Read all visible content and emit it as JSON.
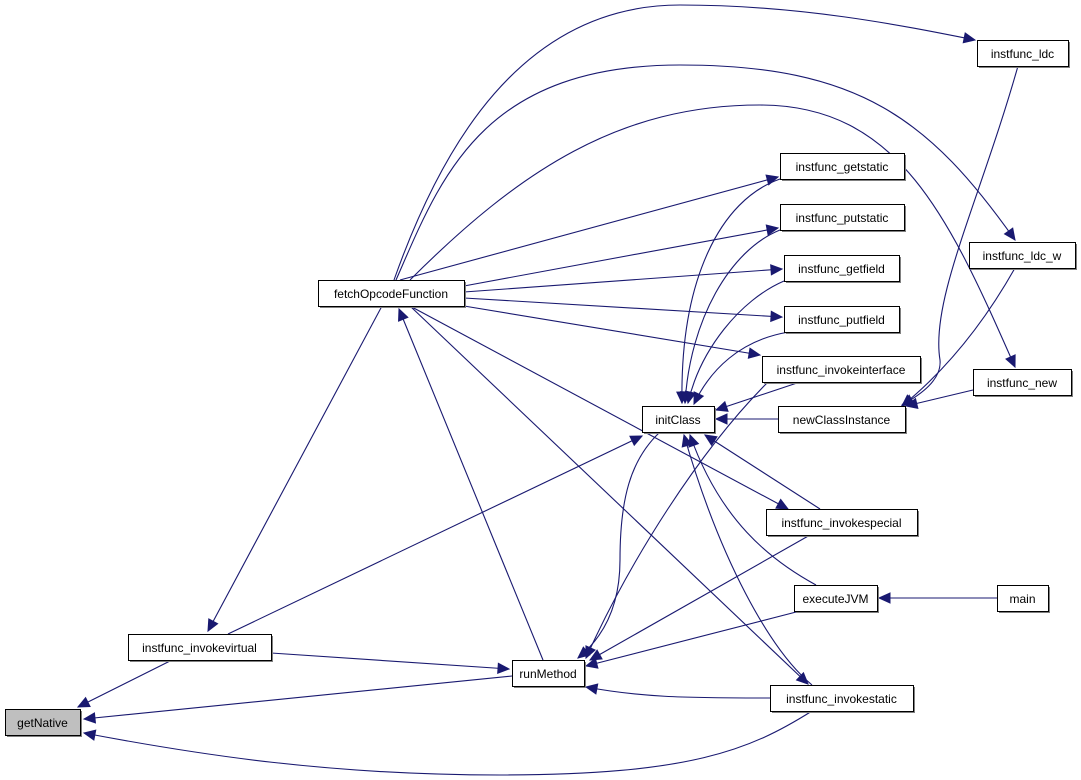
{
  "diagram": {
    "type": "call-graph",
    "edge_color": "#191970",
    "highlight_fill": "#bfbfbf",
    "nodes": [
      {
        "id": "getNative",
        "label": "getNative",
        "highlighted": true
      },
      {
        "id": "instfunc_invokevirtual",
        "label": "instfunc_invokevirtual"
      },
      {
        "id": "runMethod",
        "label": "runMethod"
      },
      {
        "id": "instfunc_invokestatic",
        "label": "instfunc_invokestatic"
      },
      {
        "id": "fetchOpcodeFunction",
        "label": "fetchOpcodeFunction"
      },
      {
        "id": "initClass",
        "label": "initClass"
      },
      {
        "id": "executeJVM",
        "label": "executeJVM"
      },
      {
        "id": "main",
        "label": "main"
      },
      {
        "id": "instfunc_invokespecial",
        "label": "instfunc_invokespecial"
      },
      {
        "id": "instfunc_getstatic",
        "label": "instfunc_getstatic"
      },
      {
        "id": "instfunc_putstatic",
        "label": "instfunc_putstatic"
      },
      {
        "id": "instfunc_getfield",
        "label": "instfunc_getfield"
      },
      {
        "id": "instfunc_putfield",
        "label": "instfunc_putfield"
      },
      {
        "id": "instfunc_invokeinterface",
        "label": "instfunc_invokeinterface"
      },
      {
        "id": "newClassInstance",
        "label": "newClassInstance"
      },
      {
        "id": "instfunc_new",
        "label": "instfunc_new"
      },
      {
        "id": "instfunc_ldc",
        "label": "instfunc_ldc"
      },
      {
        "id": "instfunc_ldc_w",
        "label": "instfunc_ldc_w"
      }
    ],
    "edges": [
      {
        "from": "instfunc_invokevirtual",
        "to": "getNative"
      },
      {
        "from": "runMethod",
        "to": "getNative"
      },
      {
        "from": "instfunc_invokestatic",
        "to": "getNative"
      },
      {
        "from": "fetchOpcodeFunction",
        "to": "instfunc_invokevirtual"
      },
      {
        "from": "instfunc_invokevirtual",
        "to": "runMethod"
      },
      {
        "from": "instfunc_invokevirtual",
        "to": "initClass"
      },
      {
        "from": "runMethod",
        "to": "fetchOpcodeFunction"
      },
      {
        "from": "fetchOpcodeFunction",
        "to": "instfunc_ldc"
      },
      {
        "from": "fetchOpcodeFunction",
        "to": "instfunc_ldc_w"
      },
      {
        "from": "fetchOpcodeFunction",
        "to": "instfunc_new"
      },
      {
        "from": "fetchOpcodeFunction",
        "to": "instfunc_getstatic"
      },
      {
        "from": "fetchOpcodeFunction",
        "to": "instfunc_putstatic"
      },
      {
        "from": "fetchOpcodeFunction",
        "to": "instfunc_getfield"
      },
      {
        "from": "fetchOpcodeFunction",
        "to": "instfunc_putfield"
      },
      {
        "from": "fetchOpcodeFunction",
        "to": "instfunc_invokeinterface"
      },
      {
        "from": "fetchOpcodeFunction",
        "to": "instfunc_invokespecial"
      },
      {
        "from": "fetchOpcodeFunction",
        "to": "instfunc_invokestatic"
      },
      {
        "from": "instfunc_getstatic",
        "to": "initClass"
      },
      {
        "from": "instfunc_putstatic",
        "to": "initClass"
      },
      {
        "from": "instfunc_getfield",
        "to": "initClass"
      },
      {
        "from": "instfunc_putfield",
        "to": "initClass"
      },
      {
        "from": "instfunc_invokeinterface",
        "to": "initClass"
      },
      {
        "from": "newClassInstance",
        "to": "initClass"
      },
      {
        "from": "instfunc_invokespecial",
        "to": "initClass"
      },
      {
        "from": "executeJVM",
        "to": "initClass"
      },
      {
        "from": "instfunc_invokestatic",
        "to": "initClass"
      },
      {
        "from": "initClass",
        "to": "runMethod"
      },
      {
        "from": "instfunc_invokeinterface",
        "to": "runMethod"
      },
      {
        "from": "instfunc_invokespecial",
        "to": "runMethod"
      },
      {
        "from": "executeJVM",
        "to": "runMethod"
      },
      {
        "from": "instfunc_invokestatic",
        "to": "runMethod"
      },
      {
        "from": "main",
        "to": "executeJVM"
      },
      {
        "from": "instfunc_ldc",
        "to": "newClassInstance"
      },
      {
        "from": "instfunc_ldc_w",
        "to": "newClassInstance"
      },
      {
        "from": "instfunc_new",
        "to": "newClassInstance"
      }
    ]
  }
}
